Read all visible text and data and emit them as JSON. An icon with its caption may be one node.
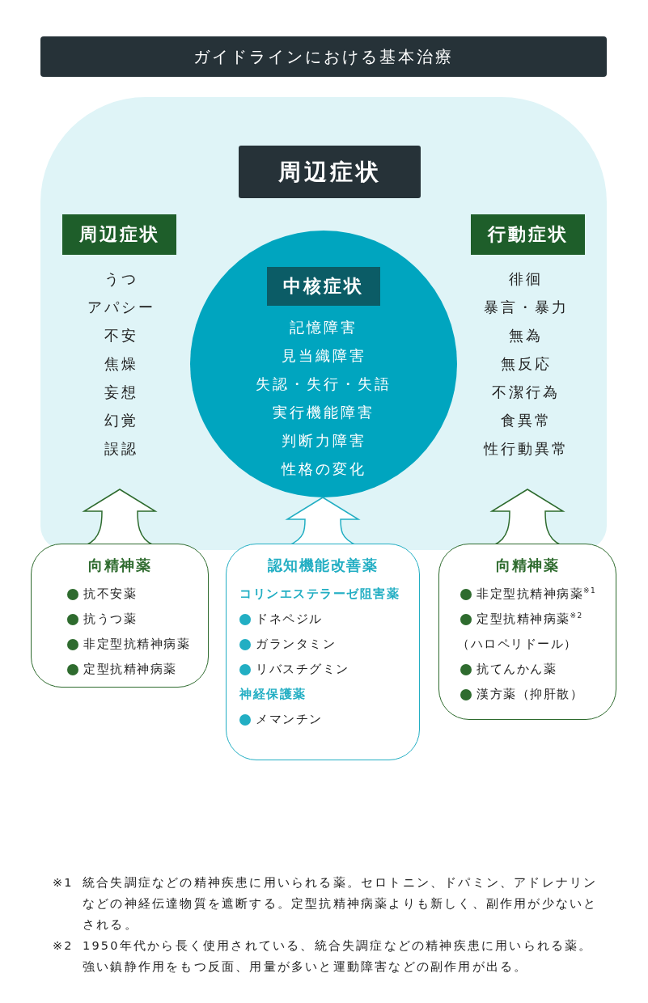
{
  "diagram": {
    "title": "ガイドラインにおける基本治療",
    "nodes": [
      {
        "text": [
          "周辺症状"
        ]
      },
      {
        "text": [
          "周辺症状",
          "うつ",
          "アパシー",
          "不安",
          "焦燥",
          "妄想",
          "幻覚",
          "誤認"
        ],
        "in": 0
      },
      {
        "text": [
          "中核症状",
          "記憶障害",
          "見当織障害",
          "失認・失行・失語",
          "実行機能障害",
          "判断力障害",
          "性格の変化"
        ],
        "in": 0
      },
      {
        "text": [
          "行動症状",
          "徘徊",
          "暴言・暴力",
          "無為",
          "無反応",
          "不潔行為",
          "食異常",
          "性行動異常"
        ],
        "in": 0
      },
      {
        "text": [
          "向精神薬",
          "抗不安薬",
          "抗うつ薬",
          "非定型抗精神病薬",
          "定型抗精神病薬"
        ]
      },
      {
        "text": [
          "認知機能改善薬",
          "コリンエステラーゼ阻害薬",
          "ドネペジル",
          "ガランタミン",
          "リバスチグミン",
          "神経保護薬",
          "メマンチン"
        ]
      },
      {
        "text": [
          "向精神薬",
          "非定型抗精神病薬$^{※1}$",
          "定型抗精神病薬$^{※2}$",
          "（ハロペリドール）",
          "抗てんかん薬",
          "漢方薬（抑肝散）"
        ]
      }
    ],
    "edges": [
      {
        "from": 4,
        "to": 1,
        "arrow": "to"
      },
      {
        "from": 5,
        "to": 2,
        "arrow": "to"
      },
      {
        "from": 6,
        "to": 3,
        "arrow": "to"
      }
    ],
    "labels": [
      "※1",
      "統合失調症などの精神疾患に用いられる薬。セロトニン、ドパミン、アドレナリンなどの神経伝達物質を遮断する。定型抗精神病薬よりも新しく、副作用が少ないとされる。",
      "※2",
      "1950年代から長く使用されている、統合失調症などの精神疾患に用いられる薬。強い鎮静作用をもつ反面、用量が多いと運動障害などの副作用が出る。"
    ]
  }
}
